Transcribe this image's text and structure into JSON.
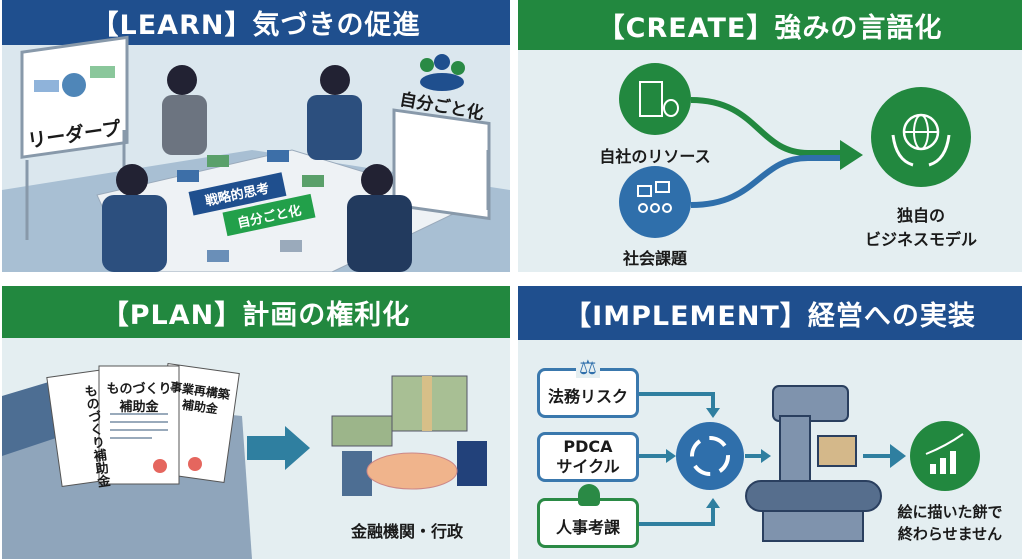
{
  "learn": {
    "title": "【LEARN】気づきの促進",
    "whiteboard_left": "リーダープ",
    "whiteboard_right": "自分ごと化",
    "card_strategy": "戦略的思考",
    "card_ownership": "自分ごと化"
  },
  "create": {
    "title": "【CREATE】強みの言語化",
    "resources": "自社のリソース",
    "social": "社会課題",
    "result_line1": "独自の",
    "result_line2": "ビジネスモデル"
  },
  "plan": {
    "title": "【PLAN】計画の権利化",
    "doc1": "ものづくり補助金",
    "doc2_line1": "ものづくり",
    "doc2_line2": "補助金",
    "doc3_line1": "事業再構築",
    "doc3_line2": "補助金",
    "partner": "金融機関・行政"
  },
  "implement": {
    "title": "【IMPLEMENT】経営への実装",
    "legal": "法務リスク",
    "pdca_line1": "PDCA",
    "pdca_line2": "サイクル",
    "hr": "人事考課",
    "result_line1": "絵に描いた餅で",
    "result_line2": "終わらせません"
  },
  "colors": {
    "blue": "#1f4f8e",
    "green": "#22883f",
    "mid_blue": "#2f6fab"
  }
}
